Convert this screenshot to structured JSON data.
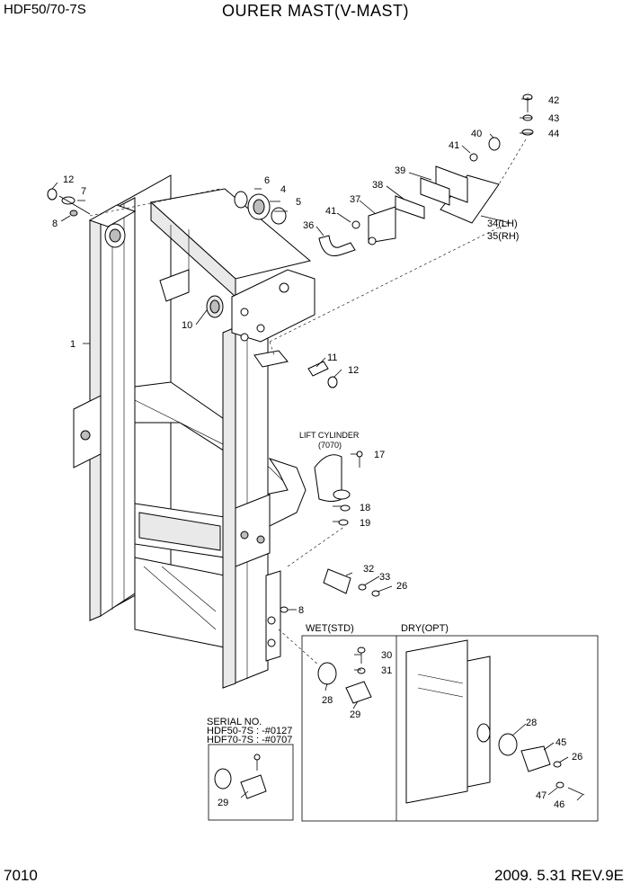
{
  "header": {
    "model": "HDF50/70-7S",
    "title": "OURER MAST(V-MAST)"
  },
  "footer": {
    "page_number": "7010",
    "date_rev": "2009. 5.31  REV.9E"
  },
  "callouts": {
    "c1": "1",
    "c4": "4",
    "c5": "5",
    "c6": "6",
    "c7": "7",
    "c8a": "8",
    "c8b": "8",
    "c10": "10",
    "c11": "11",
    "c12a": "12",
    "c12b": "12",
    "c17": "17",
    "c18": "18",
    "c19": "19",
    "c26a": "26",
    "c26b": "26",
    "c28a": "28",
    "c28b": "28",
    "c29a": "29",
    "c29b": "29",
    "c30": "30",
    "c31": "31",
    "c32": "32",
    "c33": "33",
    "c34": "34(LH)",
    "c35": "35(RH)",
    "c36": "36",
    "c37": "37",
    "c38": "38",
    "c39": "39",
    "c40": "40",
    "c41a": "41",
    "c41b": "41",
    "c42": "42",
    "c43": "43",
    "c44": "44",
    "c45": "45",
    "c46": "46",
    "c47": "47"
  },
  "notes": {
    "lift_cylinder": "LIFT CYLINDER",
    "lift_cylinder_code": "(7070)",
    "wet_label": "WET(STD)",
    "dry_label": "DRY(OPT)",
    "serial_title": "SERIAL NO.",
    "serial_line1": "HDF50-7S : -#0127",
    "serial_line2": "HDF70-7S : -#0707"
  }
}
